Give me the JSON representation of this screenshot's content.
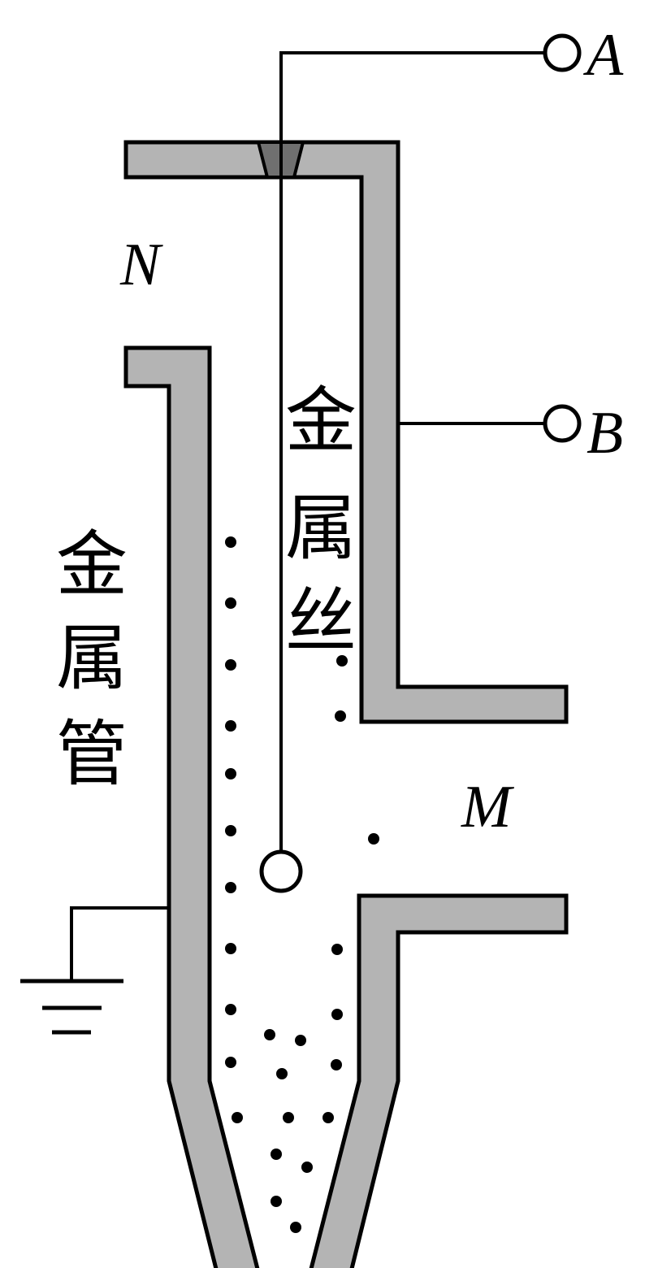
{
  "colors": {
    "wall_fill": "#b4b4b4",
    "plug_fill": "#707070",
    "stroke": "#000000",
    "background": "#ffffff"
  },
  "labels": {
    "terminal_a": "A",
    "terminal_b": "B",
    "opening_n": "N",
    "opening_m": "M",
    "metal_tube": [
      "金",
      "属",
      "管"
    ],
    "metal_wire": [
      "金",
      "属",
      "丝"
    ]
  },
  "symbols": {
    "ground": "ground-icon",
    "terminal": "terminal-circle-icon"
  }
}
